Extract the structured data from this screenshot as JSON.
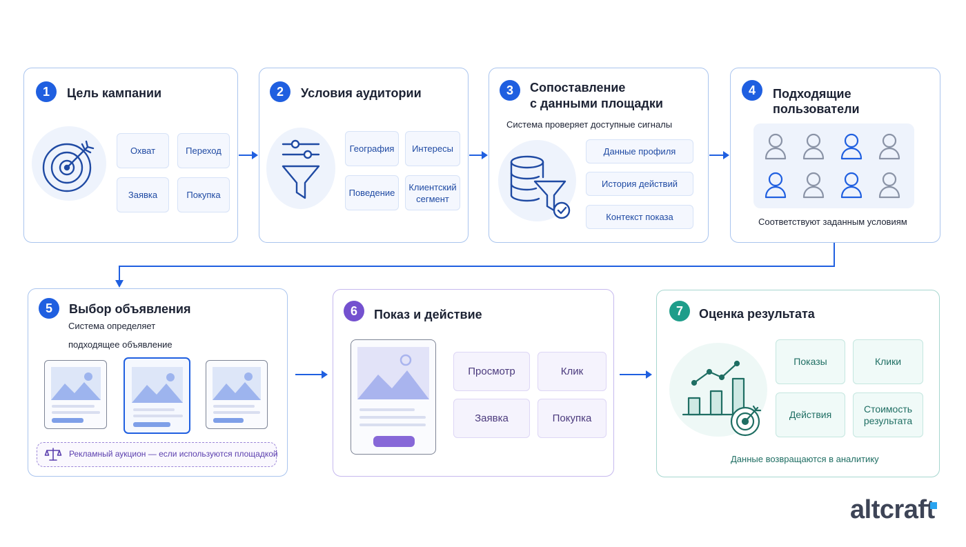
{
  "steps": [
    {
      "number": "1",
      "title": "Цель кампании",
      "chips": [
        "Охват",
        "Переход",
        "Заявка",
        "Покупка"
      ]
    },
    {
      "number": "2",
      "title": "Условия аудитории",
      "chips": [
        "География",
        "Интересы",
        "Поведение",
        "Клиентский сегмент"
      ]
    },
    {
      "number": "3",
      "title_line1": "Сопоставление",
      "title_line2": "с данными площадки",
      "subtitle": "Система проверяет доступные сигналы",
      "chips": [
        "Данные профиля",
        "История действий",
        "Контекст показа"
      ]
    },
    {
      "number": "4",
      "title": "Подходящие пользователи",
      "caption": "Соответствуют заданным условиям"
    },
    {
      "number": "5",
      "title": "Выбор объявления",
      "subtitle_line1": "Система определяет",
      "subtitle_line2": "подходящее объявление",
      "auction": "Рекламный аукцион — если используются площадкой"
    },
    {
      "number": "6",
      "title": "Показ и действие",
      "chips": [
        "Просмотр",
        "Клик",
        "Заявка",
        "Покупка"
      ]
    },
    {
      "number": "7",
      "title": "Оценка результата",
      "chips": [
        "Показы",
        "Клики",
        "Действия",
        "Стоимость результата"
      ],
      "caption": "Данные возвращаются в аналитику"
    }
  ],
  "icons": {
    "step1": "target-arrow-icon",
    "step2": "filter-sliders-icon",
    "step3": "database-filter-check-icon",
    "step4": "user-icon",
    "step5": "image-placeholder-icon",
    "auction": "scales-icon",
    "step6": "phone-ad-icon",
    "step7": "bar-chart-target-icon"
  },
  "colors": {
    "primary": "#1f5fe0",
    "violet": "#7451cf",
    "teal": "#1e9d8a",
    "logo_text": "#3d4456",
    "logo_accent": "#2aa4f0"
  },
  "brand": {
    "logo": "altcraft"
  }
}
